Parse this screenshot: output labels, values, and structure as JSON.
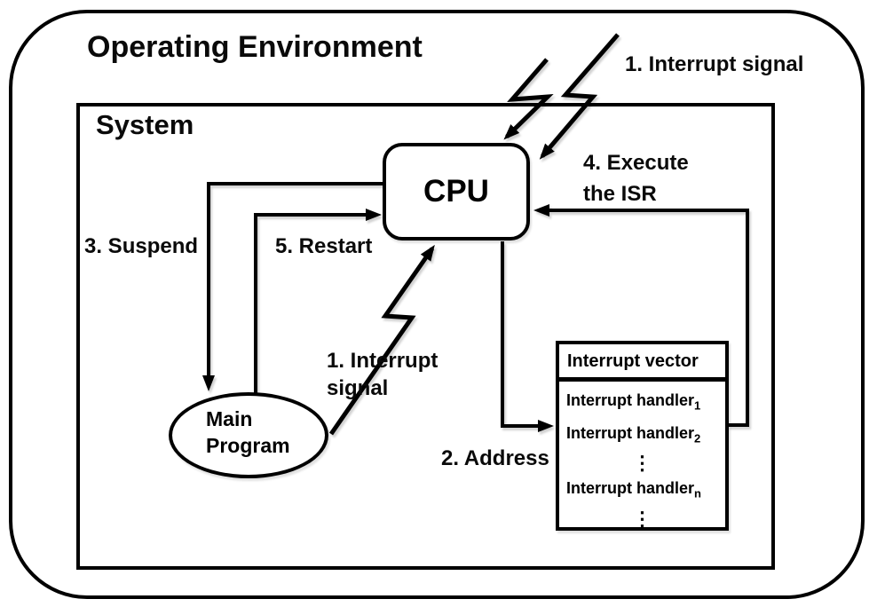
{
  "diagram": {
    "outer_label": "Operating Environment",
    "system_label": "System",
    "cpu_label": "CPU",
    "main_program": {
      "line1": "Main",
      "line2": "Program"
    },
    "labels": {
      "interrupt_signal_top": "1. Interrupt signal",
      "execute_isr_line1": "4. Execute",
      "execute_isr_line2": "the ISR",
      "suspend": "3. Suspend",
      "restart": "5. Restart",
      "interrupt_signal_mid_line1": "1. Interrupt",
      "interrupt_signal_mid_line2": "signal",
      "address": "2. Address"
    },
    "vector_table": {
      "header": "Interrupt vector",
      "rows": [
        {
          "text": "Interrupt handler",
          "sub": "1"
        },
        {
          "text": "Interrupt handler",
          "sub": "2"
        },
        {
          "text": "⋮",
          "sub": ""
        },
        {
          "text": "Interrupt handler",
          "sub": "n"
        },
        {
          "text": "⋮",
          "sub": ""
        }
      ]
    },
    "colors": {
      "stroke": "#000000",
      "background": "#ffffff"
    }
  }
}
